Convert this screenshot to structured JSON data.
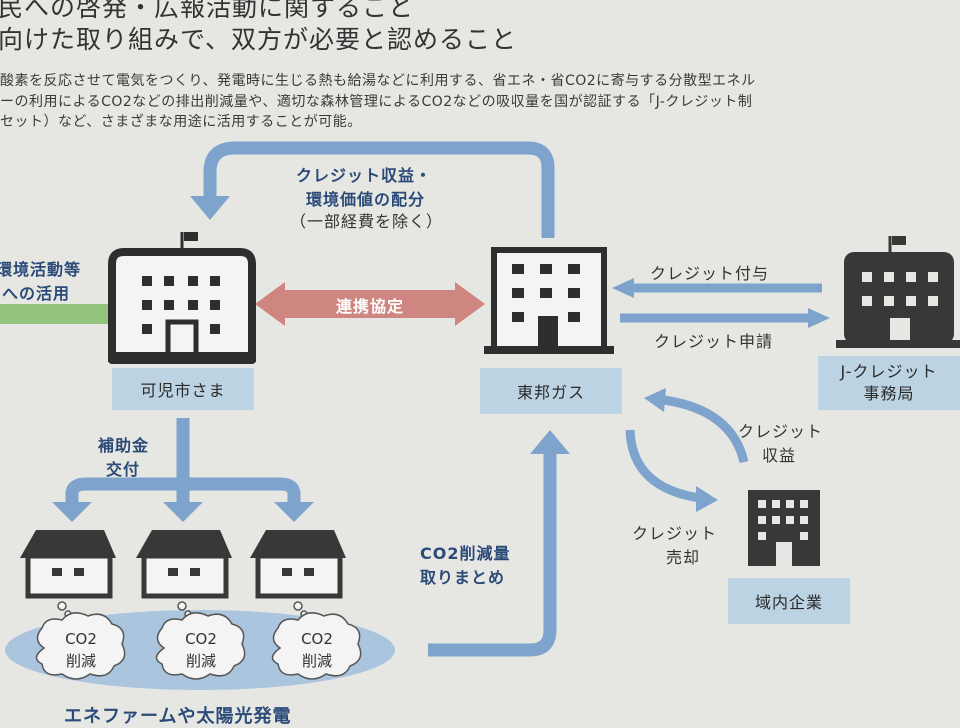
{
  "header": {
    "line1": "民への啓発・広報活動に関すること",
    "line2": "向けた取り組みで、双方が必要と認めること"
  },
  "intro": {
    "line1": "酸素を反応させて電気をつくり、発電時に生じる熱も給湯などに利用する、省エネ・省CO2に寄与する分散型エネル",
    "line2": "ーの利用によるCO2などの排出削減量や、適切な森林管理によるCO2などの吸収量を国が認証する「J-クレジット制",
    "line3": "セット）など、さまざまな用途に活用することが可能。"
  },
  "left_side": {
    "line1": "環境活動等",
    "line2": "への活用"
  },
  "top_arrow": {
    "line1": "クレジット収益・",
    "line2": "環境価値の配分",
    "line3": "（一部経費を除く）"
  },
  "agreement": "連携協定",
  "nodes": {
    "kani": "可児市さま",
    "toho": "東邦ガス",
    "jcredit_line1": "J-クレジット",
    "jcredit_line2": "事務局",
    "company": "域内企業"
  },
  "flows": {
    "grant_line1": "補助金",
    "grant_line2": "交付",
    "credit_grant": "クレジット付与",
    "credit_apply": "クレジット申請",
    "credit_revenue_line1": "クレジット",
    "credit_revenue_line2": "収益",
    "credit_sale_line1": "クレジット",
    "credit_sale_line2": "売却",
    "co2_summary_line1": "CO2削減量",
    "co2_summary_line2": "取りまとめ"
  },
  "clouds": [
    {
      "line1": "CO2",
      "line2": "削減"
    },
    {
      "line1": "CO2",
      "line2": "削減"
    },
    {
      "line1": "CO2",
      "line2": "削減"
    }
  ],
  "bottom_caption": "エネファームや太陽光発電",
  "colors": {
    "arrow_blue": "#7ea3cc",
    "agreement_red": "#cf8580",
    "label_box": "#bcd3e3",
    "building_dark": "#383838",
    "ellipse_blue": "#abc5df",
    "green_bar": "#93c47d"
  }
}
